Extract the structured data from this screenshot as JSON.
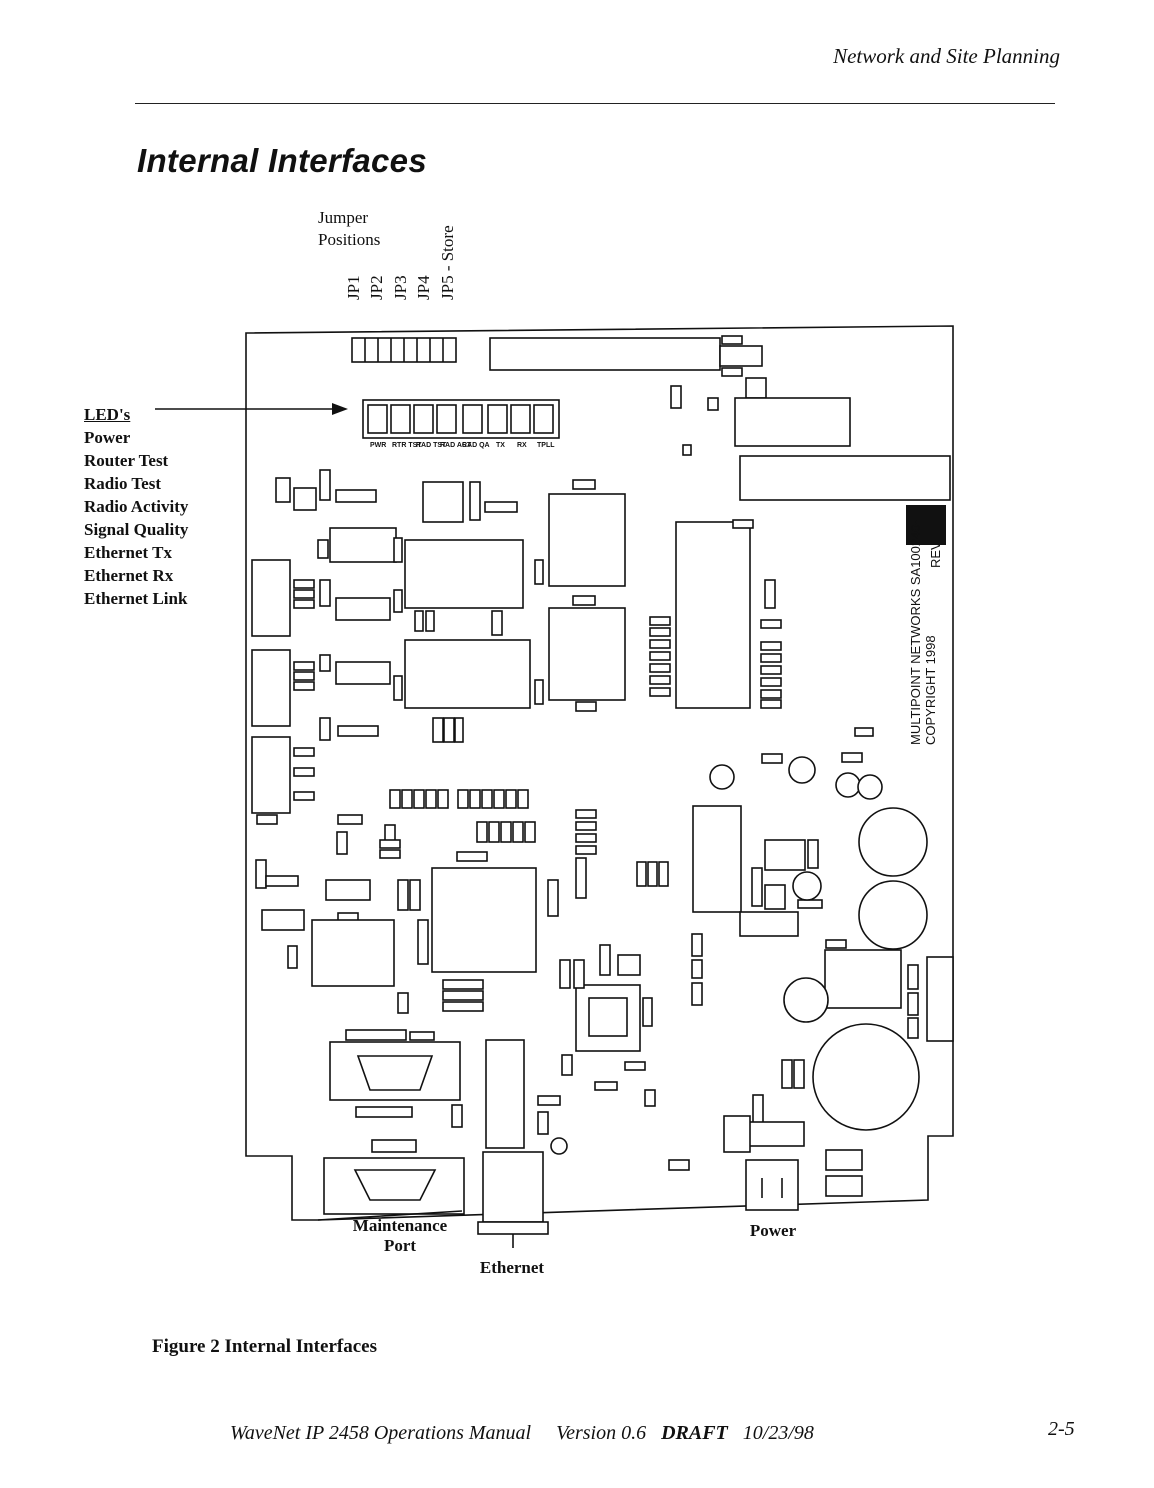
{
  "header": {
    "section": "Network and Site Planning"
  },
  "title": "Internal Interfaces",
  "jumpers": {
    "caption_lines": [
      "Jumper",
      "Positions"
    ],
    "labels": [
      "JP1",
      "JP2",
      "JP3",
      "JP4",
      "JP5 - Store"
    ]
  },
  "leds": {
    "heading": "LED's",
    "items": [
      "Power",
      "Router Test",
      "Radio Test",
      "Radio Activity",
      "Signal Quality",
      "Ethernet Tx",
      "Ethernet Rx",
      "Ethernet Link"
    ]
  },
  "board": {
    "led_strip_labels": [
      "PWR",
      "RTR TST",
      "RAD TST",
      "RAD ACT",
      "RAD QA",
      "TX",
      "RX",
      "TPLL"
    ],
    "silkscreen": [
      "MULTIPOINT NETWORKS SA100240-",
      "COPYRIGHT 1998",
      "REV"
    ]
  },
  "callouts": {
    "maintenance_port": [
      "Maintenance",
      "Port"
    ],
    "ethernet": "Ethernet",
    "power": "Power"
  },
  "figure": {
    "caption": "Figure 2  Internal Interfaces"
  },
  "footer": {
    "manual": "WaveNet IP 2458 Operations Manual",
    "version": "Version 0.6",
    "draft": "DRAFT",
    "date": "10/23/98"
  },
  "page_number": "2-5"
}
